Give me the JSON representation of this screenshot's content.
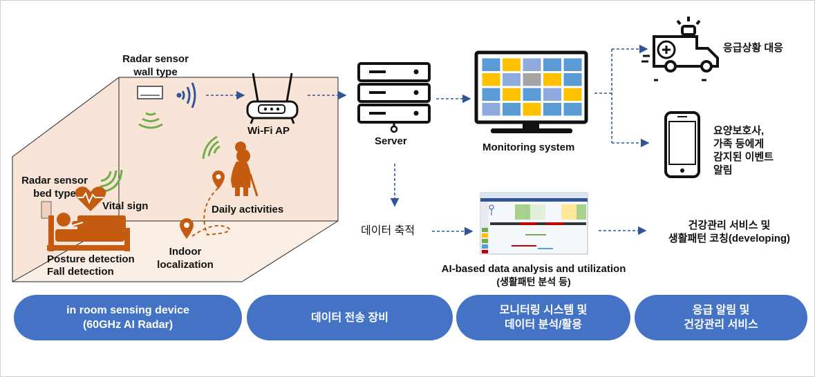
{
  "colors": {
    "room_fill": "#f8e5d7",
    "accent": "#c55a11",
    "signal_green": "#70ad47",
    "signal_blue": "#2f5597",
    "pill_blue": "#4472c4",
    "arrow": "#2f5597"
  },
  "room": {
    "radar_wall": [
      "Radar sensor",
      "wall type"
    ],
    "radar_bed": [
      "Radar sensor",
      "bed type"
    ],
    "vital_sign": "Vital sign",
    "daily_activities": "Daily activities",
    "indoor_localization": [
      "Indoor",
      "localization"
    ],
    "posture_detection": "Posture detection",
    "fall_detection": "Fall detection"
  },
  "wifi_ap": "Wi-Fi AP",
  "server": "Server",
  "monitoring": "Monitoring system",
  "data_accumulation": "데이터 축적",
  "analysis": [
    "AI-based data analysis and utilization",
    "(생활패턴 분석 등)"
  ],
  "emergency_response": "응급상황 대응",
  "caregiver_alert": [
    "요양보호사,",
    "가족 등에게",
    "감지된 이벤트",
    "알림"
  ],
  "health_service": [
    "건강관리 서비스 및",
    "생활패턴 코칭(developing)"
  ],
  "pills": [
    "in room sensing device\n(60GHz AI Radar)",
    "데이터 전송 장비",
    "모니터링 시스템 및\n데이터 분석/활용",
    "응급 알림 및\n건강관리 서비스"
  ]
}
